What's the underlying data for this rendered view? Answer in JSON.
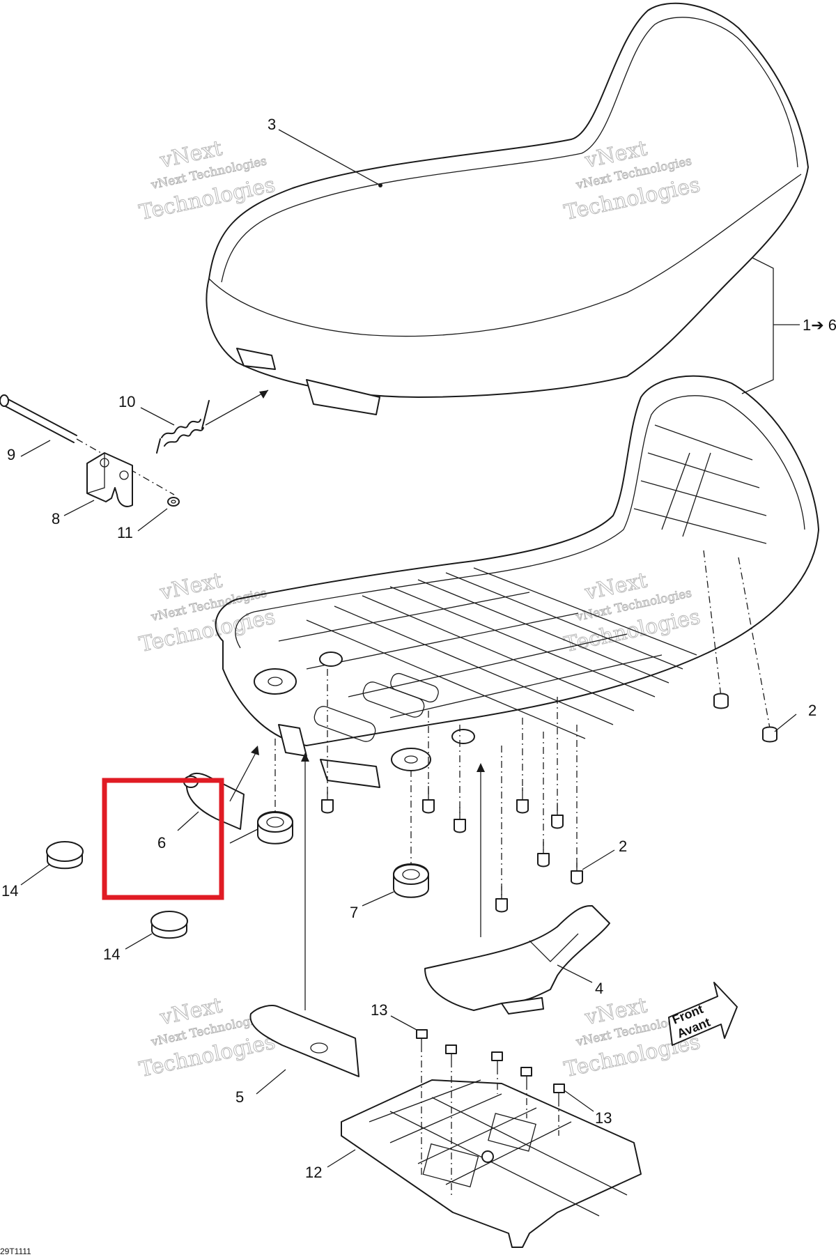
{
  "callouts": {
    "c3": "3",
    "c1to6": "1➔ 6",
    "c10": "10",
    "c9": "9",
    "c8": "8",
    "c11": "11",
    "c2a": "2",
    "c2b": "2",
    "c6": "6",
    "c14a": "14",
    "c14b": "14",
    "c7": "7",
    "c4": "4",
    "c13a": "13",
    "c13b": "13",
    "c5": "5",
    "c12": "12"
  },
  "direction_arrow": {
    "line1": "Front",
    "line2": "Avant"
  },
  "watermark": {
    "line1": "vNext",
    "line2": "vNext Technologies",
    "line3": "Technologies"
  },
  "drawing_code": "29T1111",
  "colors": {
    "line": "#1a1a1a",
    "highlight": "#e01b24",
    "watermark": "#b8b8b8"
  }
}
